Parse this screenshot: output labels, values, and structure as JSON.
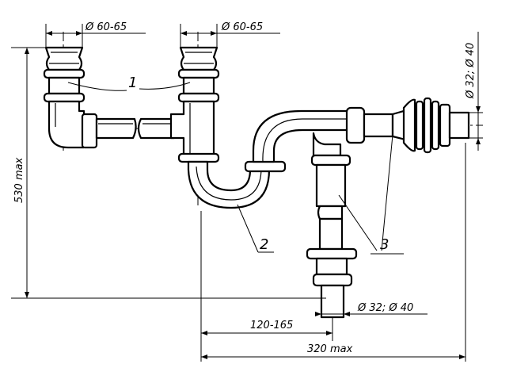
{
  "dimensions": {
    "top_left_diameter": "Ø 60-65",
    "top_right_diameter": "Ø 60-65",
    "right_diameter": "Ø 32; Ø 40",
    "bottom_diameter": "Ø 32; Ø 40",
    "height": "530 max",
    "offset": "120-165",
    "width": "320 max"
  },
  "callouts": [
    "1",
    "2",
    "3"
  ]
}
